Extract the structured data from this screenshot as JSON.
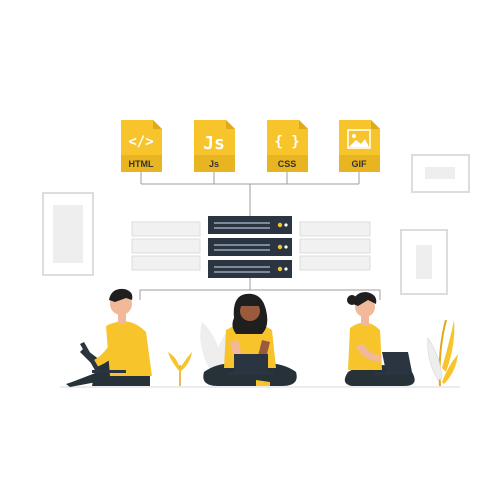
{
  "illustration": {
    "files": [
      {
        "label": "HTML",
        "glyph": "</>"
      },
      {
        "label": "Js",
        "glyph": "Js"
      },
      {
        "label": "CSS",
        "glyph": "{ }"
      },
      {
        "label": "GIF",
        "glyph": ""
      }
    ]
  },
  "colors": {
    "accent": "#F7C52B",
    "accent_dark": "#E0A91A",
    "server_dark": "#2B3441",
    "server_light": "#EEEEEE",
    "outline": "#BBBBBB",
    "skin_light": "#F2B89A",
    "skin_dark": "#9A5B3C",
    "hair": "#1F1F1F",
    "pants": "#263238"
  }
}
